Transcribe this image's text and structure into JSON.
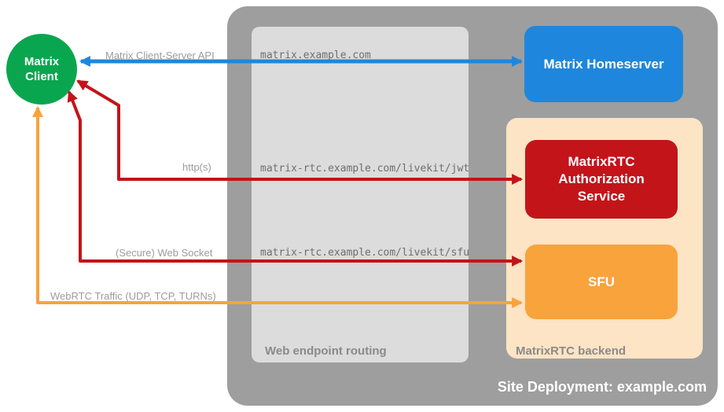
{
  "containers": {
    "site_label": "Site Deployment: example.com",
    "routing_label": "Web endpoint routing",
    "backend_label": "MatrixRTC backend"
  },
  "nodes": {
    "client": {
      "label": "Matrix Client",
      "color": "#0aa64f"
    },
    "homeserver": {
      "label": "Matrix Homeserver",
      "color": "#1e87dd"
    },
    "auth_service": {
      "label": "MatrixRTC Authorization Service",
      "color": "#c3141a"
    },
    "sfu": {
      "label": "SFU",
      "color": "#f8a33c"
    }
  },
  "connections": [
    {
      "label": "Matrix Client-Server API",
      "route": "matrix.example.com",
      "color": "#1e87dd",
      "from": "Matrix Client",
      "to": "Matrix Homeserver",
      "bidirectional": true
    },
    {
      "label": "http(s)",
      "route": "matrix-rtc.example.com/livekit/jwt",
      "color": "#c3141a",
      "from": "Matrix Client",
      "to": "MatrixRTC Authorization Service",
      "bidirectional": true
    },
    {
      "label": "(Secure) Web Socket",
      "route": "matrix-rtc.example.com/livekit/sfu",
      "color": "#c3141a",
      "from": "Matrix Client",
      "to": "SFU",
      "bidirectional": true
    },
    {
      "label": "WebRTC Traffic (UDP, TCP, TURNs)",
      "route": "",
      "color": "#f8a33c",
      "from": "Matrix Client",
      "to": "SFU",
      "bidirectional": true
    }
  ],
  "colors": {
    "site_container": "#9e9e9e",
    "routing_container": "#dcdcdc",
    "backend_container": "#fce4c4",
    "edge_label_text": "#9c9c9c",
    "route_text": "#6e6e6e"
  }
}
